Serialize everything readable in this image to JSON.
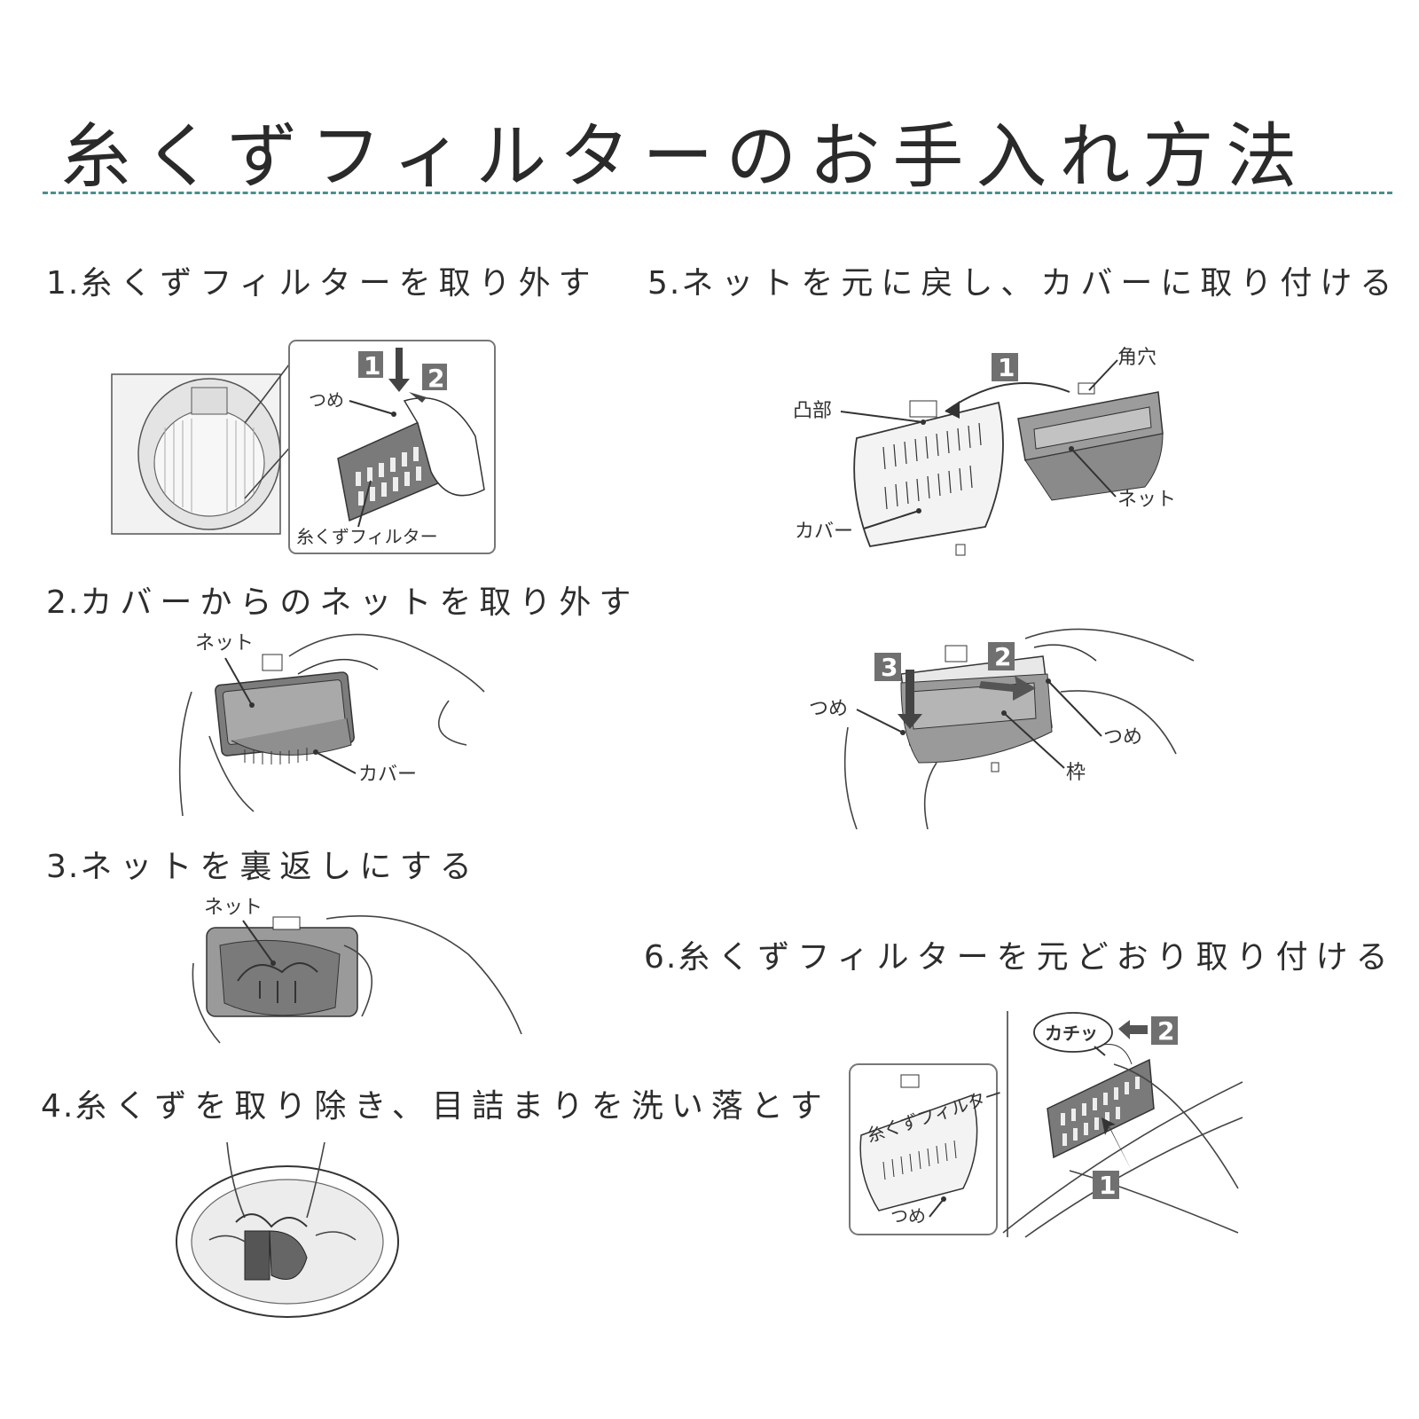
{
  "title": "糸くずフィルターのお手入れ方法",
  "accent_color": "#4a8e8f",
  "steps": [
    {
      "number": "1.",
      "text": "糸くずフィルターを取り外す",
      "labels": {
        "claw": "つめ",
        "filter": "糸くずフィルター",
        "badge1": "1",
        "badge2": "2"
      }
    },
    {
      "number": "2.",
      "text": "カバーからのネットを取り外す",
      "labels": {
        "net": "ネット",
        "cover": "カバー"
      }
    },
    {
      "number": "3.",
      "text": "ネットを裏返しにする",
      "labels": {
        "net": "ネット"
      }
    },
    {
      "number": "4.",
      "text": "糸くずを取り除き、目詰まりを洗い落とす",
      "labels": {}
    },
    {
      "number": "5.",
      "text": "ネットを元に戻し、カバーに取り付ける",
      "labels": {
        "square_hole": "角穴",
        "protrusion": "凸部",
        "net": "ネット",
        "cover": "カバー",
        "claw_left": "つめ",
        "claw_right": "つめ",
        "frame": "枠",
        "badge1": "1",
        "badge2": "2",
        "badge3": "3"
      }
    },
    {
      "number": "6.",
      "text": "糸くずフィルターを元どおり取り付ける",
      "labels": {
        "click": "カチッ",
        "filter": "糸くずフィルター",
        "claw": "つめ",
        "badge1": "1",
        "badge2": "2"
      }
    }
  ]
}
